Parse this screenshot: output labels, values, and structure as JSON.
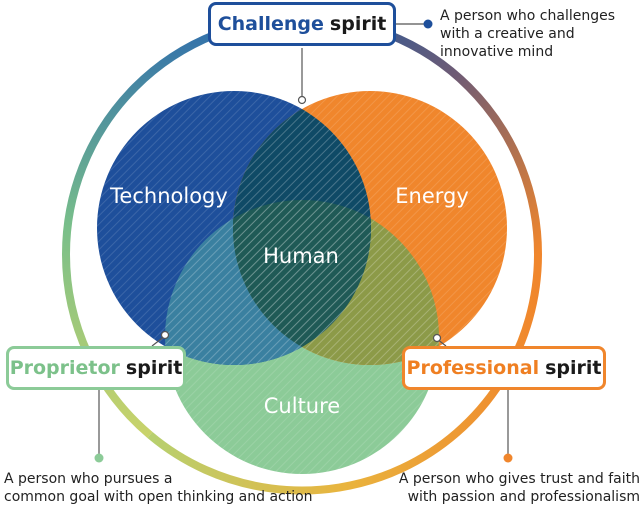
{
  "circles": {
    "technology": "Technology",
    "energy": "Energy",
    "culture": "Culture",
    "center": "Human"
  },
  "spirits": {
    "challenge": {
      "keyword": "Challenge",
      "suffix": "spirit",
      "description": [
        "A person who challenges",
        "with a creative and",
        "innovative mind"
      ]
    },
    "proprietor": {
      "keyword": "Proprietor",
      "suffix": "spirit",
      "description": [
        "A person who pursues a",
        "common goal with open thinking and action"
      ]
    },
    "professional": {
      "keyword": "Professional",
      "suffix": "spirit",
      "description": [
        "A person who gives trust and faith",
        "with passion and professionalism"
      ]
    }
  },
  "colors": {
    "technology": "#1e4f9b",
    "energy": "#f0862c",
    "culture": "#8ccb98",
    "center": "#1f5a56"
  }
}
